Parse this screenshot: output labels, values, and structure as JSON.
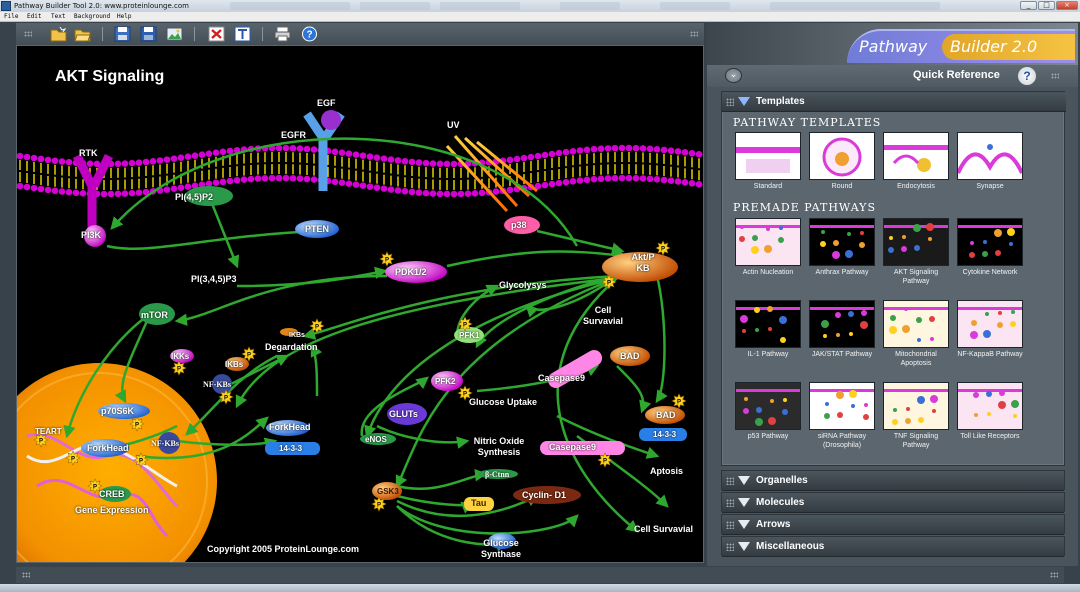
{
  "window": {
    "title": "Pathway Builder Tool 2.0: www.proteinlounge.com",
    "minimize": "_",
    "maximize": "□",
    "close": "×"
  },
  "menu": {
    "items": [
      "File",
      "Edit",
      "Text",
      "Background",
      "Help"
    ]
  },
  "toolbar": {
    "buttons": [
      "new-folder-icon",
      "open-folder-icon",
      "save-icon",
      "save-as-icon",
      "export-image-icon",
      "delete-icon",
      "text-icon",
      "print-icon",
      "help-icon"
    ]
  },
  "canvas": {
    "title": "AKT Signaling",
    "copyright": "Copyright 2005 ProteinLounge.com",
    "labels": {
      "egf": "EGF",
      "egfr": "EGFR",
      "uv": "UV",
      "rtk": "RTK",
      "pi45p2": "PI(4,5)P2",
      "pi3k": "PI3K",
      "pten": "PTEN",
      "p38": "p38",
      "akt": "Akt/P\nKB",
      "pi345p3": "PI(3,4,5)P3",
      "pdk12": "PDK1/2",
      "glycolysys": "Glycolysys",
      "cell_survival_1": "Cell\nSurvavial",
      "mtor": "mTOR",
      "ikbs_deg": "IKBs",
      "degardation": "Degardation",
      "pfk1": "PFK1",
      "ikks": "IKKs",
      "ikbs": "IKBs",
      "nfkbs": "NF-KBs",
      "bad_1": "BAD",
      "casepase9_1": "Casepase9",
      "pfk2": "PFK2",
      "glucose_uptake": "Glucose Uptake",
      "bad_2": "BAD",
      "p70s6k": "p70S6K",
      "teart": "TEART",
      "glut": "GLUTs",
      "forkhead_1": "ForkHead",
      "forkhead_2": "ForkHead",
      "f1433_1": "14-3-3",
      "f1433_2": "14-3-3",
      "nfkbs_2": "NF-KBs",
      "enos": "eNOS",
      "nitric_oxide": "Nitric Oxide\nSynthesis",
      "casepase9_2": "Casepase9",
      "aptosis": "Aptosis",
      "creb": "CREB",
      "gene_expression": "Gene Expression",
      "bctnn": "β-Ctnn",
      "gsk3": "GSK3",
      "tau": "Tau",
      "cyclin": "Cyclin- D1",
      "cell_survival_2": "Cell Survavial",
      "glucose_synthase": "Glucose\nSynthase",
      "p": "P"
    }
  },
  "panel": {
    "logo_part1": "Pathway",
    "logo_part2": "Builder 2.0",
    "quick_reference": "Quick Reference",
    "help": "?",
    "templates_header": "Templates",
    "pathway_templates": "PATHWAY TEMPLATES",
    "premade_pathways": "PREMADE PATHWAYS",
    "templates": [
      "Standard",
      "Round",
      "Endocytosis",
      "Synapse"
    ],
    "premade": [
      "Actin Nucleation",
      "Anthrax Pathway",
      "AKT Signaling\nPathway",
      "Cytokine Network",
      "IL-1 Pathway",
      "JAK/STAT Pathway",
      "Mitochondrial\nApoptosis",
      "NF-KappaB Pathway",
      "p53 Pathway",
      "siRNA Pathway\n(Drosophila)",
      "TNF Signaling\nPathway",
      "Toll  Like Receptors"
    ],
    "sections": [
      "Organelles",
      "Molecules",
      "Arrows",
      "Miscellaneous"
    ]
  },
  "colors": {
    "membrane": "#d400d4",
    "arrow": "#2fa82f",
    "nucleus": "#ff9a00",
    "logo_purple": "#7f84dc",
    "logo_gold": "#f0b532"
  }
}
